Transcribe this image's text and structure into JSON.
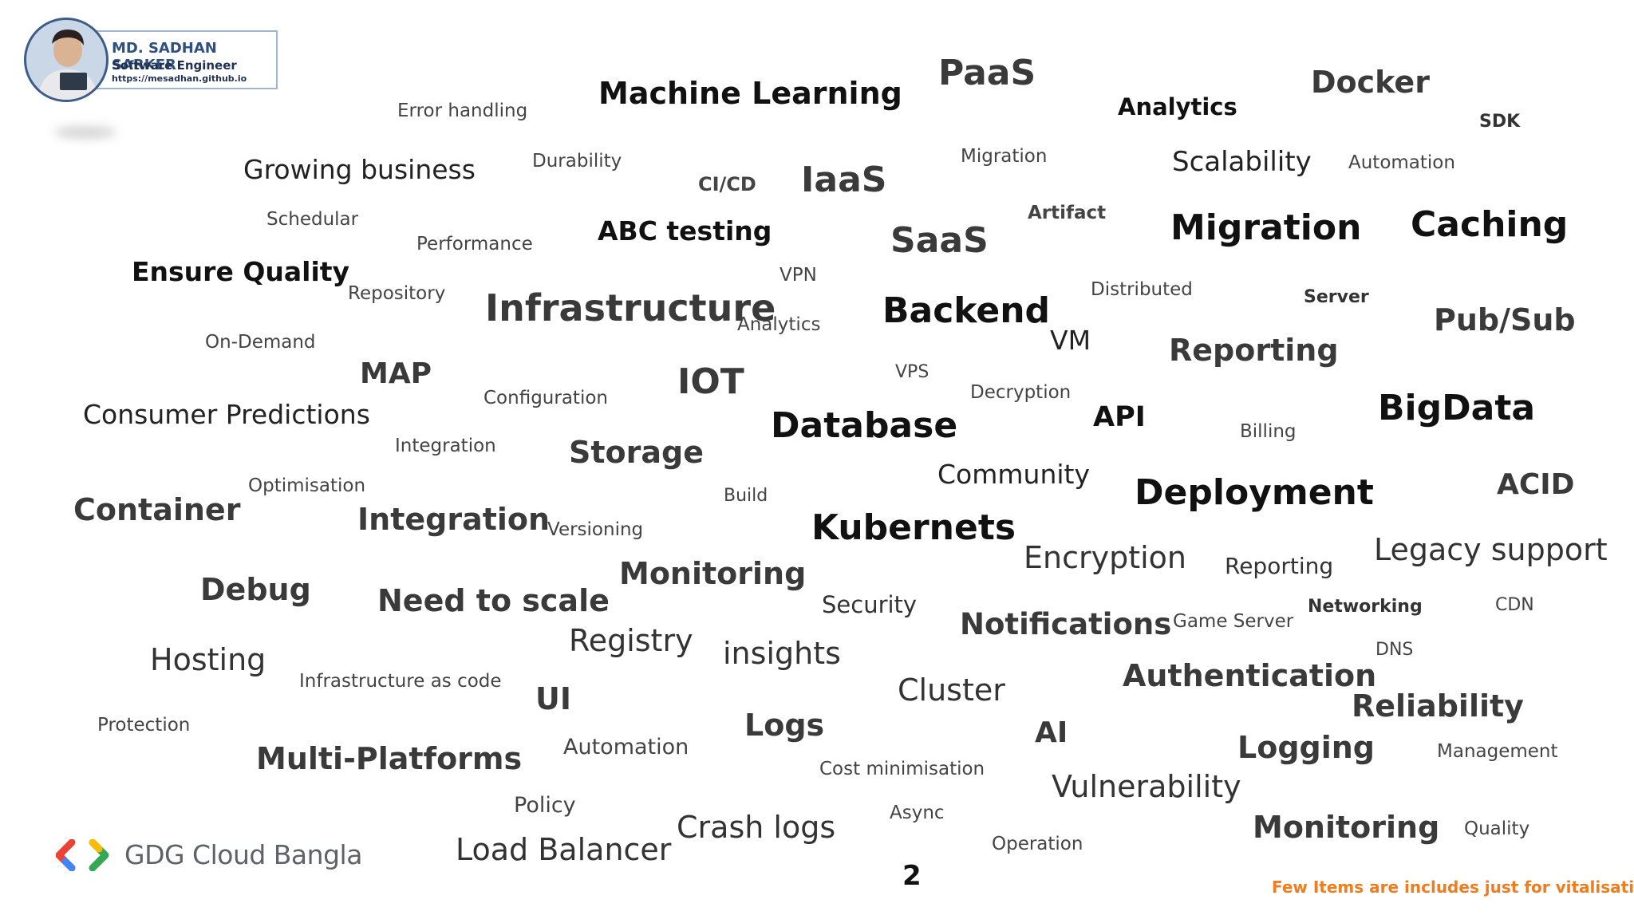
{
  "speaker": {
    "name": "MD. SADHAN SARKER",
    "role": "Software Engineer",
    "url": "https://mesadhan.github.io"
  },
  "logo": {
    "text": "GDG Cloud Bangla"
  },
  "page_number": "2",
  "note": "Few Items are includes just for vitalisation!",
  "words": [
    "Machine Learning",
    "PaaS",
    "Docker",
    "Analytics",
    "SDK",
    "Error handling",
    "Durability",
    "Growing business",
    "CI/CD",
    "IaaS",
    "Migration",
    "Scalability",
    "Automation",
    "Artifact",
    "Schedular",
    "ABC testing",
    "SaaS",
    "Migration",
    "Caching",
    "Performance",
    "Ensure Quality",
    "VPN",
    "Distributed",
    "Server",
    "Repository",
    "Infrastructure",
    "Analytics",
    "Backend",
    "Pub/Sub",
    "VM",
    "On-Demand",
    "Reporting",
    "MAP",
    "VPS",
    "IOT",
    "Decryption",
    "Configuration",
    "Consumer Predictions",
    "API",
    "BigData",
    "Database",
    "Billing",
    "Integration",
    "Storage",
    "Community",
    "Optimisation",
    "ACID",
    "Build",
    "Deployment",
    "Container",
    "Integration",
    "Versioning",
    "Kubernets",
    "Legacy support",
    "Encryption",
    "Reporting",
    "Monitoring",
    "Debug",
    "Need to scale",
    "Security",
    "Networking",
    "CDN",
    "Notifications",
    "Game Server",
    "Registry",
    "Hosting",
    "insights",
    "DNS",
    "Infrastructure as code",
    "Cluster",
    "Authentication",
    "UI",
    "Reliability",
    "Protection",
    "Logs",
    "AI",
    "Automation",
    "Multi-Platforms",
    "Logging",
    "Management",
    "Cost minimisation",
    "Vulnerability",
    "Policy",
    "Async",
    "Crash logs",
    "Monitoring",
    "Quality",
    "Load Balancer",
    "Operation"
  ]
}
